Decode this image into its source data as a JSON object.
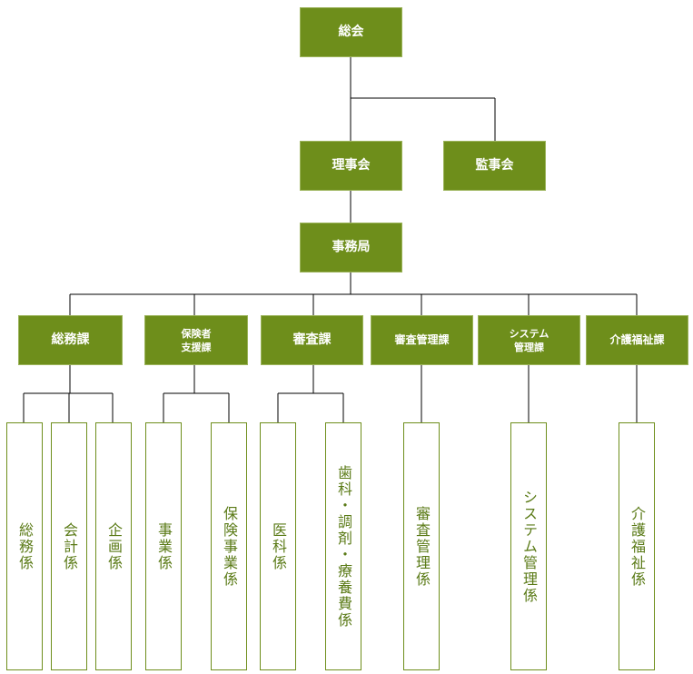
{
  "org": {
    "general_assembly": "総会",
    "board": "理事会",
    "auditors": "監事会",
    "secretariat": "事務局",
    "sections": {
      "general_affairs": "総務課",
      "insurer_support_line1": "保険者",
      "insurer_support_line2": "支援課",
      "review": "審査課",
      "review_management": "審査管理課",
      "system_management_line1": "システム",
      "system_management_line2": "管理課",
      "care_welfare": "介護福祉課"
    },
    "units": {
      "general": "総務係",
      "accounting": "会計係",
      "planning": "企画係",
      "business": "事業係",
      "insurance_business": "保険事業係",
      "medical": "医科係",
      "dental_dispensing_care": "歯科・調剤・療養費係",
      "review_management": "審査管理係",
      "system_management": "システム管理係",
      "care_welfare": "介護福祉係"
    }
  },
  "colors": {
    "box_fill": "#6e8e1b",
    "box_text": "#ffffff",
    "line": "#000000",
    "leaf_text": "#5a7a16"
  }
}
